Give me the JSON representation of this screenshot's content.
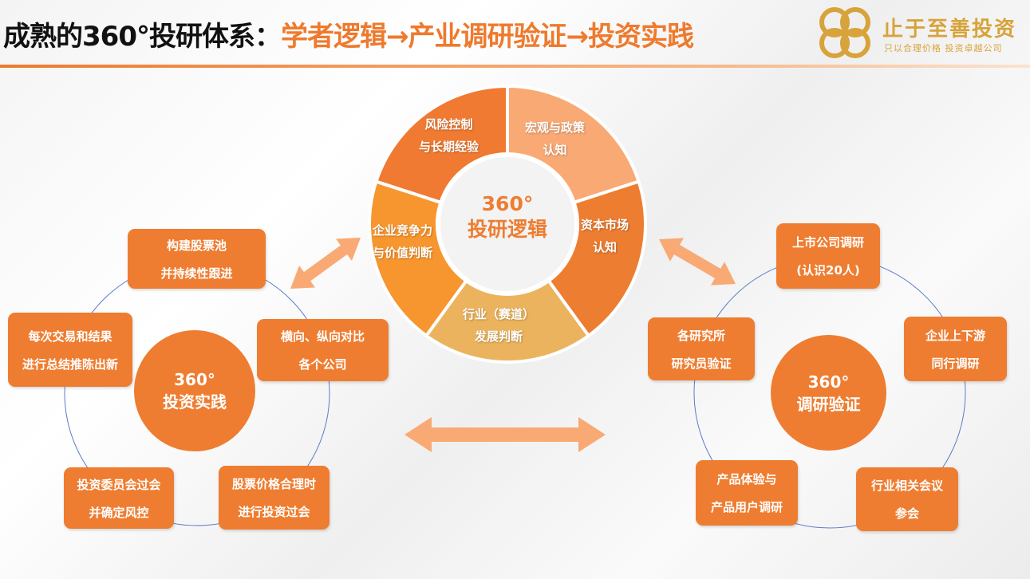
{
  "title": {
    "black": "成熟的360°投研体系：",
    "orange": "学者逻辑→产业调研验证→投资实践"
  },
  "logo": {
    "name": "止于至善投资",
    "slogan": "只以合理价格  投资卓越公司"
  },
  "colors": {
    "accent": "#EE7D31",
    "light": "#F9A974",
    "gold": "#ECB35E",
    "mid": "#F7962F"
  },
  "logic": {
    "center": [
      "360°",
      "投研逻辑"
    ],
    "segments": [
      {
        "l1": "宏观与政策",
        "l2": "认知"
      },
      {
        "l1": "资本市场",
        "l2": "认知"
      },
      {
        "l1": "行业（赛道）",
        "l2": "发展判断"
      },
      {
        "l1": "企业竞争力",
        "l2": "与价值判断"
      },
      {
        "l1": "风险控制",
        "l2": "与长期经验"
      }
    ]
  },
  "practice": {
    "center": [
      "360°",
      "投资实践"
    ],
    "items": [
      {
        "l1": "构建股票池",
        "l2": "并持续性跟进"
      },
      {
        "l1": "横向、纵向对比",
        "l2": "各个公司"
      },
      {
        "l1": "股票价格合理时",
        "l2": "进行投资过会"
      },
      {
        "l1": "投资委员会过会",
        "l2": "并确定风控"
      },
      {
        "l1": "每次交易和结果",
        "l2": "进行总结推陈出新"
      }
    ]
  },
  "research": {
    "center": [
      "360°",
      "调研验证"
    ],
    "items": [
      {
        "l1": "上市公司调研",
        "l2": "(认识20人)"
      },
      {
        "l1": "企业上下游",
        "l2": "同行调研"
      },
      {
        "l1": "行业相关会议",
        "l2": "参会"
      },
      {
        "l1": "产品体验与",
        "l2": "产品用户调研"
      },
      {
        "l1": "各研究所",
        "l2": "研究员验证"
      }
    ]
  }
}
